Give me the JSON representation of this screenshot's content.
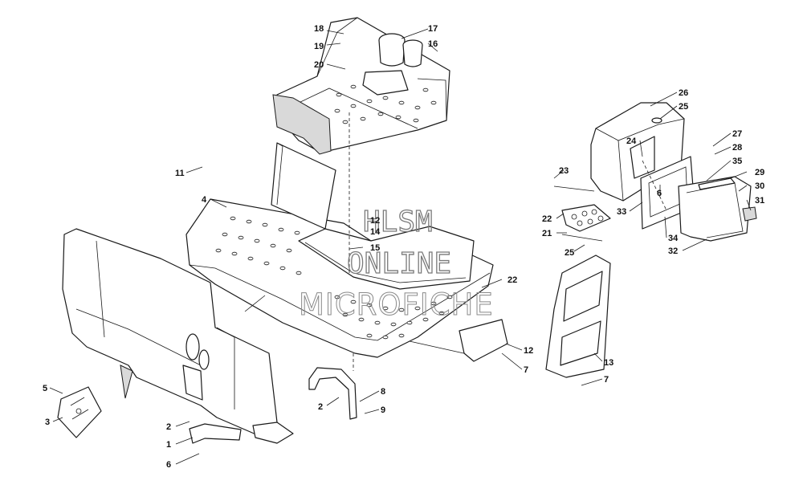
{
  "watermark": {
    "line1": "HLSM",
    "line2": "ONLINE",
    "line3": "MICROFICHE",
    "color": "#7a7a7a"
  },
  "part_labels": [
    {
      "id": "1",
      "text": "1"
    },
    {
      "id": "2a",
      "text": "2"
    },
    {
      "id": "2b",
      "text": "2"
    },
    {
      "id": "3",
      "text": "3"
    },
    {
      "id": "4",
      "text": "4"
    },
    {
      "id": "5",
      "text": "5"
    },
    {
      "id": "6a",
      "text": "6"
    },
    {
      "id": "6b",
      "text": "6"
    },
    {
      "id": "7a",
      "text": "7"
    },
    {
      "id": "7b",
      "text": "7"
    },
    {
      "id": "8",
      "text": "8"
    },
    {
      "id": "9",
      "text": "9"
    },
    {
      "id": "11",
      "text": "11"
    },
    {
      "id": "12a",
      "text": "12"
    },
    {
      "id": "12b",
      "text": "12"
    },
    {
      "id": "13",
      "text": "13"
    },
    {
      "id": "14",
      "text": "14"
    },
    {
      "id": "15",
      "text": "15"
    },
    {
      "id": "16",
      "text": "16"
    },
    {
      "id": "17",
      "text": "17"
    },
    {
      "id": "18",
      "text": "18"
    },
    {
      "id": "19",
      "text": "19"
    },
    {
      "id": "20",
      "text": "20"
    },
    {
      "id": "21",
      "text": "21"
    },
    {
      "id": "22a",
      "text": "22"
    },
    {
      "id": "22b",
      "text": "22"
    },
    {
      "id": "23",
      "text": "23"
    },
    {
      "id": "24",
      "text": "24"
    },
    {
      "id": "25a",
      "text": "25"
    },
    {
      "id": "25b",
      "text": "25"
    },
    {
      "id": "26",
      "text": "26"
    },
    {
      "id": "27",
      "text": "27"
    },
    {
      "id": "28",
      "text": "28"
    },
    {
      "id": "29",
      "text": "29"
    },
    {
      "id": "30",
      "text": "30"
    },
    {
      "id": "31",
      "text": "31"
    },
    {
      "id": "32",
      "text": "32"
    },
    {
      "id": "33",
      "text": "33"
    },
    {
      "id": "34",
      "text": "34"
    },
    {
      "id": "35",
      "text": "35"
    }
  ]
}
